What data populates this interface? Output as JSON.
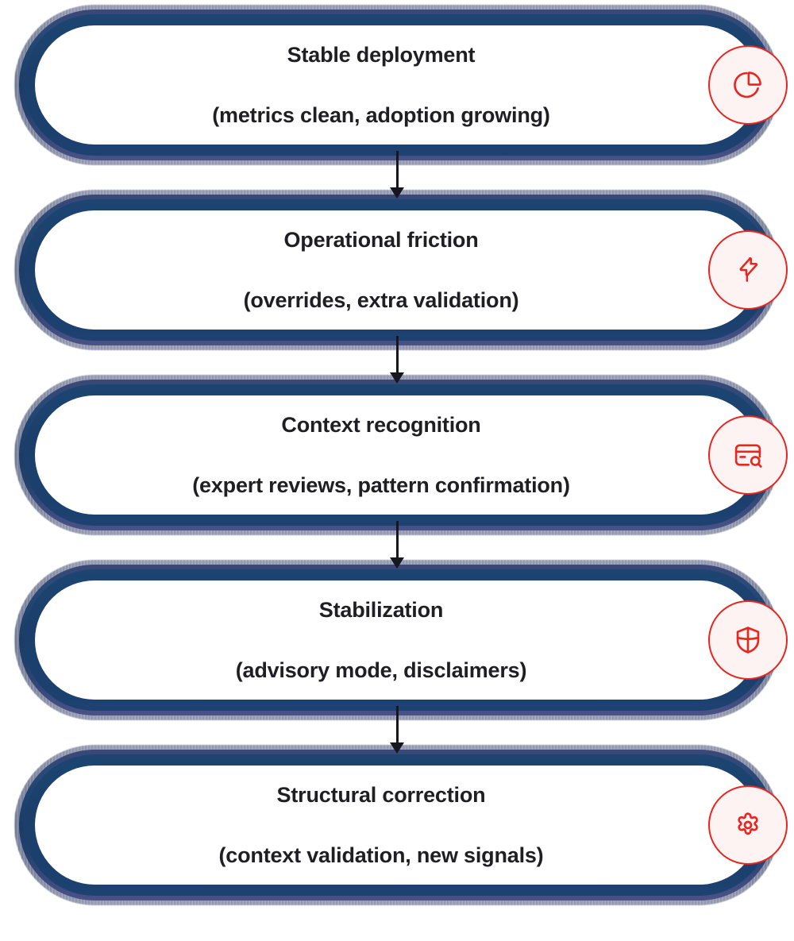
{
  "diagram": {
    "type": "vertical-flow",
    "orientation": "top-to-bottom",
    "accent_color": "#e8261f",
    "badge_fill_color": "#fdf3f2",
    "band_color": "#1b3f6a",
    "card_fill_color": "#ffffff",
    "text_color": "#1f1f23",
    "connector_color": "#16161f",
    "steps": [
      {
        "title": "Stable deployment",
        "subtitle": "(metrics clean, adoption growing)",
        "icon": "pie-chart-icon"
      },
      {
        "title": "Operational friction",
        "subtitle": "(overrides, extra validation)",
        "icon": "lightning-bolt-icon"
      },
      {
        "title": "Context recognition",
        "subtitle": "(expert reviews, pattern confirmation)",
        "icon": "card-search-icon"
      },
      {
        "title": "Stabilization",
        "subtitle": "(advisory mode, disclaimers)",
        "icon": "shield-icon"
      },
      {
        "title": "Structural correction",
        "subtitle": "(context validation, new signals)",
        "icon": "gear-icon"
      }
    ],
    "connectors": [
      {
        "from": 0,
        "to": 1,
        "style": "down-arrow"
      },
      {
        "from": 1,
        "to": 2,
        "style": "down-arrow"
      },
      {
        "from": 2,
        "to": 3,
        "style": "down-arrow"
      },
      {
        "from": 3,
        "to": 4,
        "style": "down-arrow"
      }
    ]
  }
}
